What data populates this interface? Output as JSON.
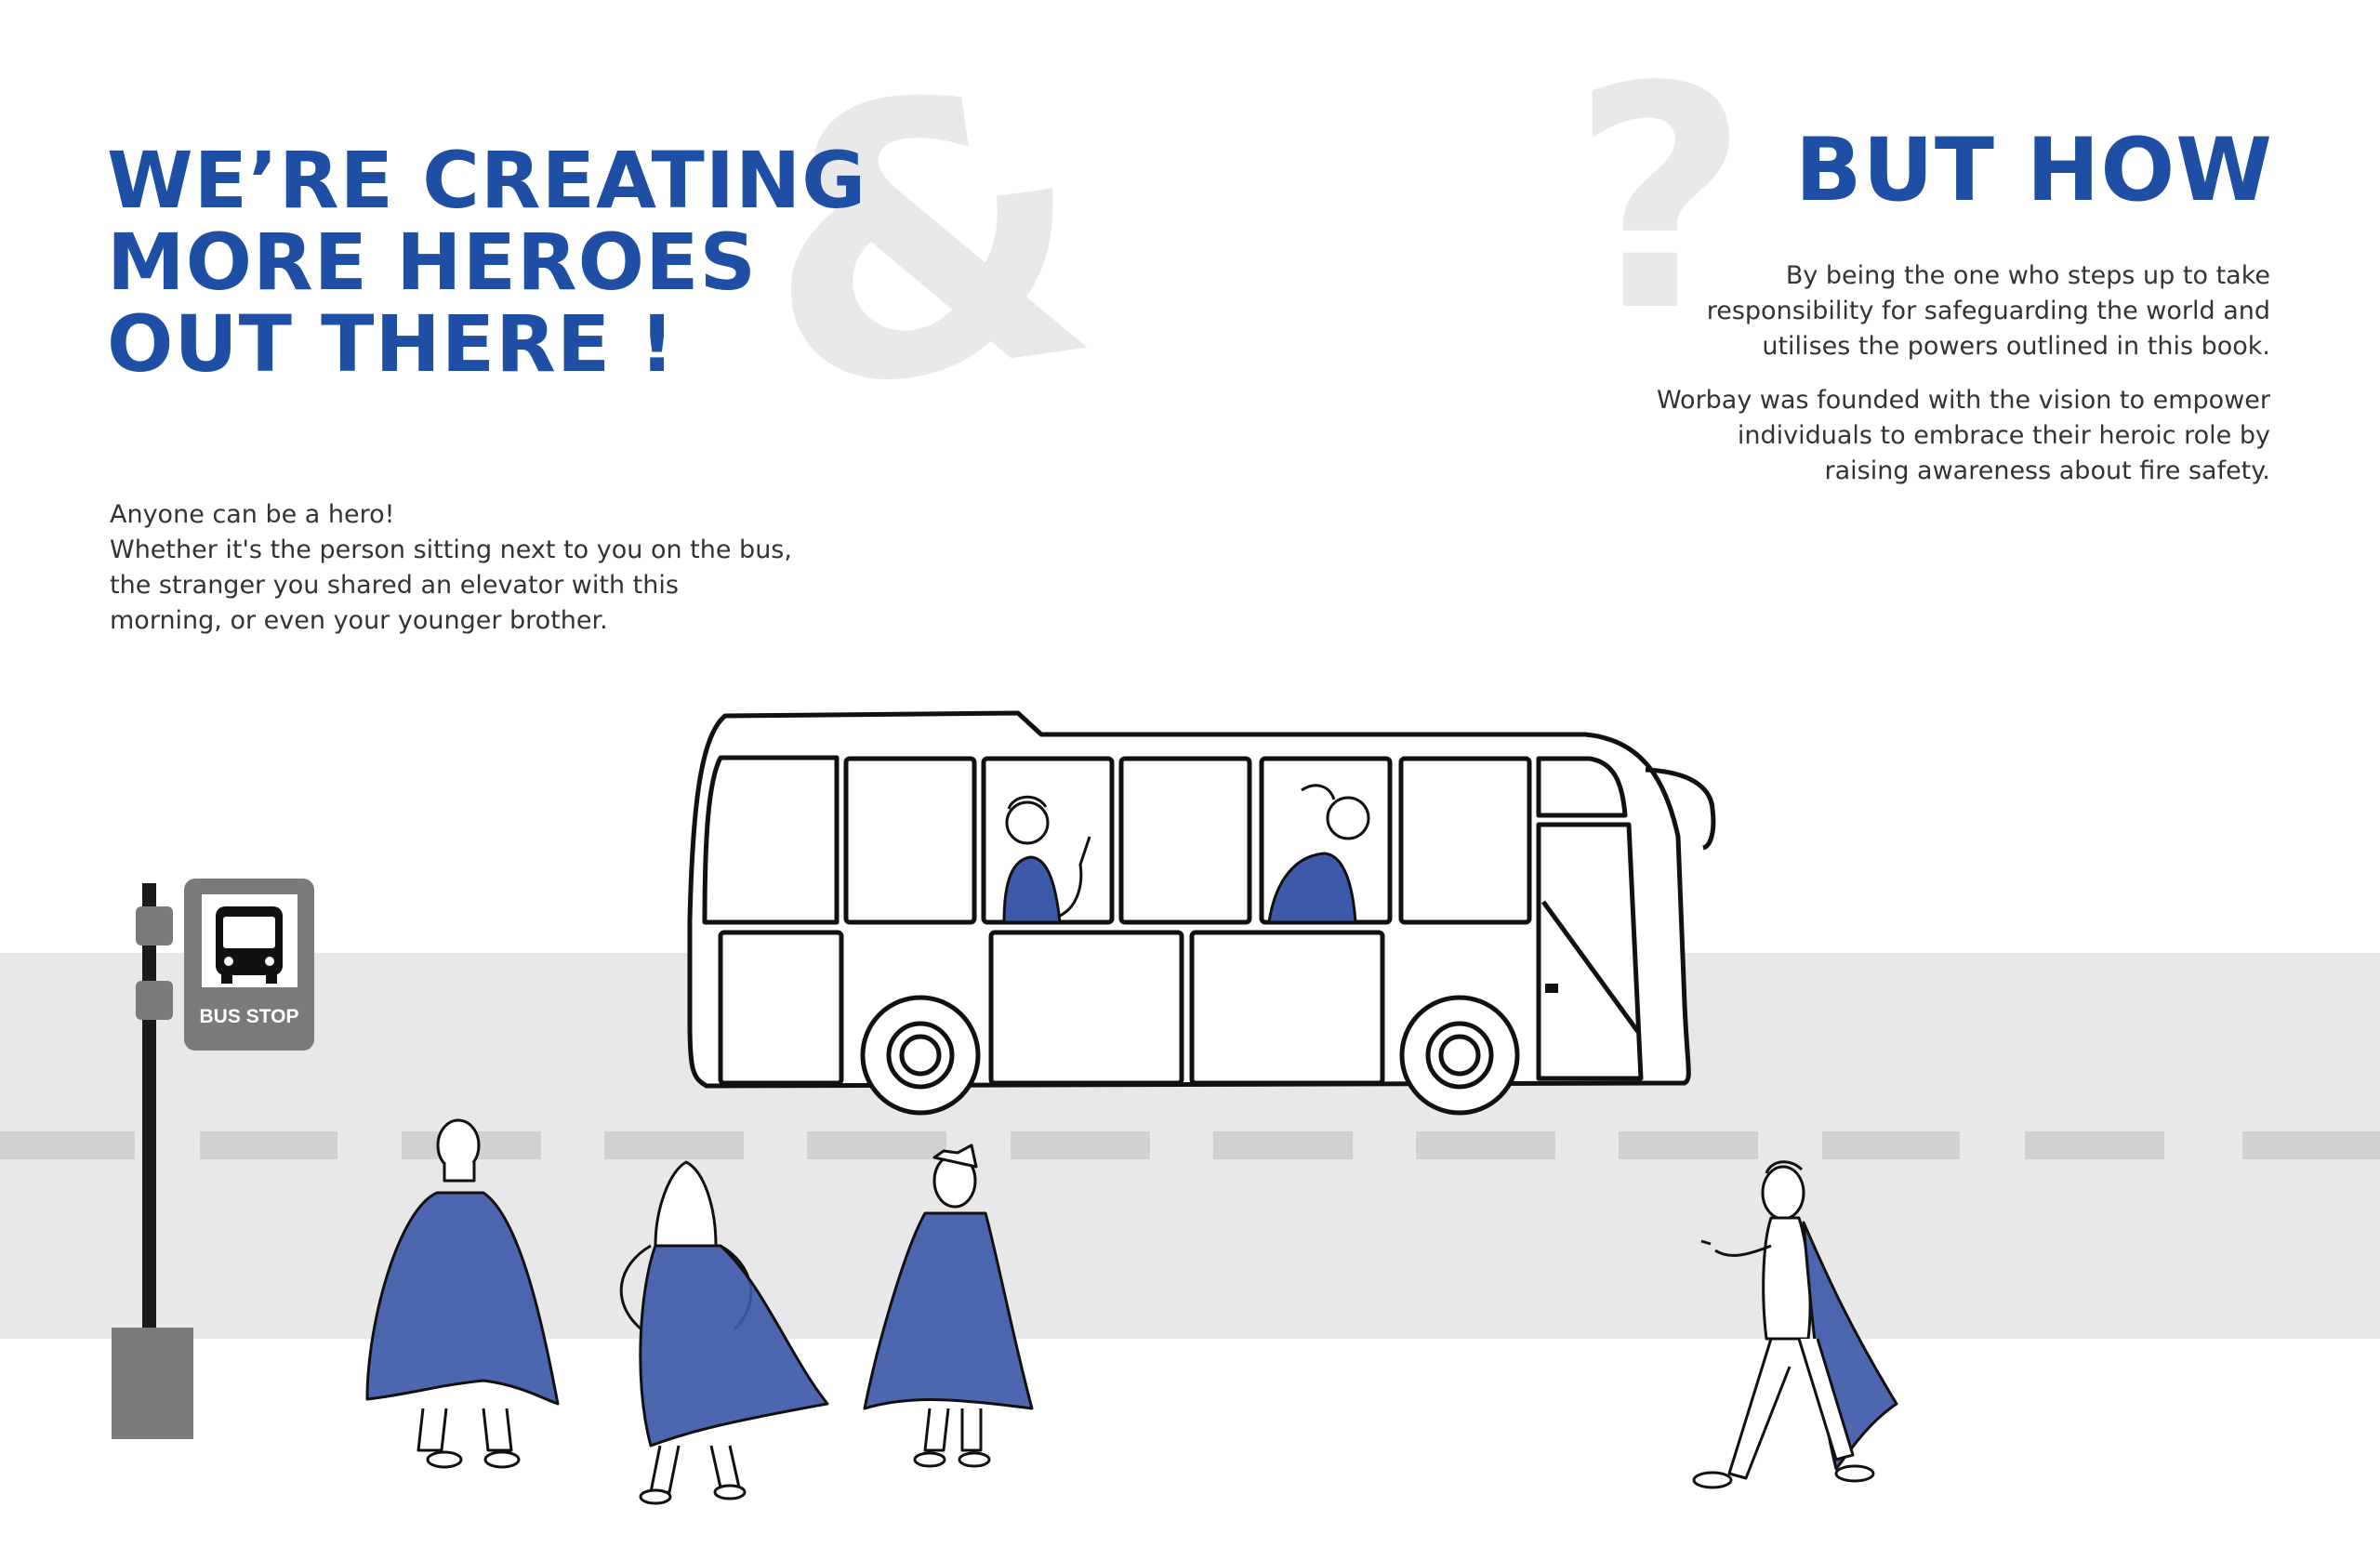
{
  "headline_left": [
    "WE’RE CREATING",
    "MORE HEROES",
    "OUT THERE !"
  ],
  "headline_right": "BUT HOW",
  "background_glyphs": {
    "ampersand": "&",
    "question": "?"
  },
  "intro_lines": [
    "Anyone can be a hero!",
    "Whether it's the person sitting next to you on the bus,",
    "the stranger you shared an elevator with this",
    "morning, or even your younger brother."
  ],
  "how_paragraph_1": [
    "By being the one who steps up to take",
    "responsibility for safeguarding the world and",
    "utilises the powers outlined in this book."
  ],
  "how_paragraph_2": [
    "Worbay was founded with the vision to empower",
    "individuals to embrace their heroic role by",
    "raising awareness about fire safety."
  ],
  "bus_stop_sign": "BUS STOP",
  "colors": {
    "accent": "#1e4fa5",
    "cape": "#3d5aa8",
    "road": "#e8e8ea",
    "road_dash": "#d1d1d3",
    "sign_gray": "#7a7a7a",
    "background_glyph": "#e9e9eb"
  },
  "icons": [
    "bus-icon",
    "bus-stop-sign-icon"
  ]
}
